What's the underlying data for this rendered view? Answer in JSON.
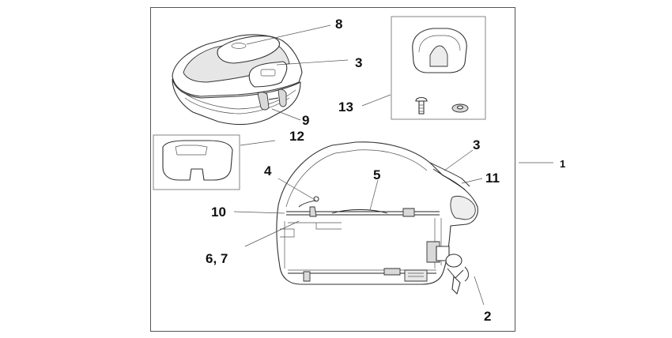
{
  "callouts": {
    "c1": "1",
    "c2": "2",
    "c3a": "3",
    "c3b": "3",
    "c4": "4",
    "c5": "5",
    "c67": "6, 7",
    "c8": "8",
    "c9": "9",
    "c10": "10",
    "c11": "11",
    "c12": "12",
    "c13": "13"
  },
  "colors": {
    "line": "#222222",
    "shade": "#d9d9d9",
    "frame": "#555555"
  }
}
